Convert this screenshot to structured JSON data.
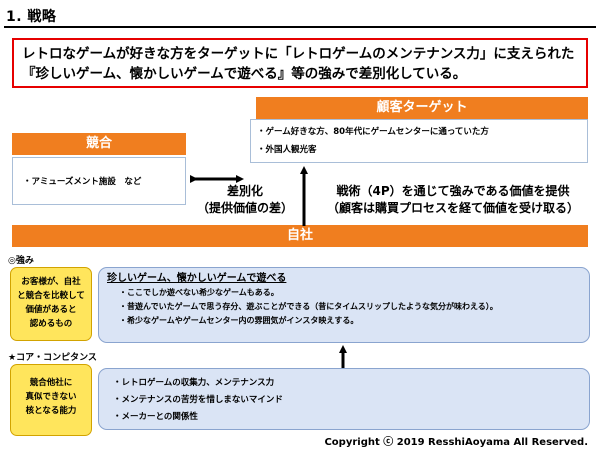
{
  "title": "1. 戦略",
  "headline": "レトロなゲームが好きな方をターゲットに「レトロゲームのメンテナンス力」に支えられた『珍しいゲーム、懐かしいゲームで遊べる』等の強みで差別化している。",
  "target": {
    "heading": "顧客ターゲット",
    "items": [
      "・ゲーム好きな方、80年代にゲームセンターに通っていた方",
      "・外国人観光客"
    ]
  },
  "competitor": {
    "heading": "競合",
    "item": "・アミューズメント施設　など"
  },
  "differentiation": {
    "line1": "差別化",
    "line2": "（提供価値の差）"
  },
  "value_delivery": {
    "line1": "戦術（4P）を通じて強みである価値を提供",
    "line2": "（顧客は購買プロセスを経て価値を受け取る）"
  },
  "self": {
    "heading": "自社"
  },
  "strengths": {
    "heading": "◎強み",
    "side_note": [
      "お客様が、自社",
      "と競合を比較して",
      "価値があると",
      "認めるもの"
    ],
    "title": "珍しいゲーム、懐かしいゲームで遊べる",
    "items": [
      "・ここでしか遊べない希少なゲームもある。",
      "・昔遊んでいたゲームで思う存分、遊ぶことができる（昔にタイムスリップしたような気分が味わえる）。",
      "・希少なゲームやゲームセンター内の雰囲気がインスタ映えする。"
    ]
  },
  "core_competence": {
    "heading": "★コア・コンピタンス",
    "side_note": [
      "競合他社に",
      "真似できない",
      "核となる能力"
    ],
    "items": [
      "・レトロゲームの収集力、メンテナンス力",
      "・メンテナンスの苦労を惜しまないマインド",
      "・メーカーとの関係性"
    ]
  },
  "copyright": "Copyright ⓒ 2019 ResshiAoyama All  Reserved.",
  "colors": {
    "accent_orange": "#f07e1f",
    "headline_border": "#e60000",
    "box_blue": "#dae4f5",
    "box_yellow": "#ffe55c"
  }
}
